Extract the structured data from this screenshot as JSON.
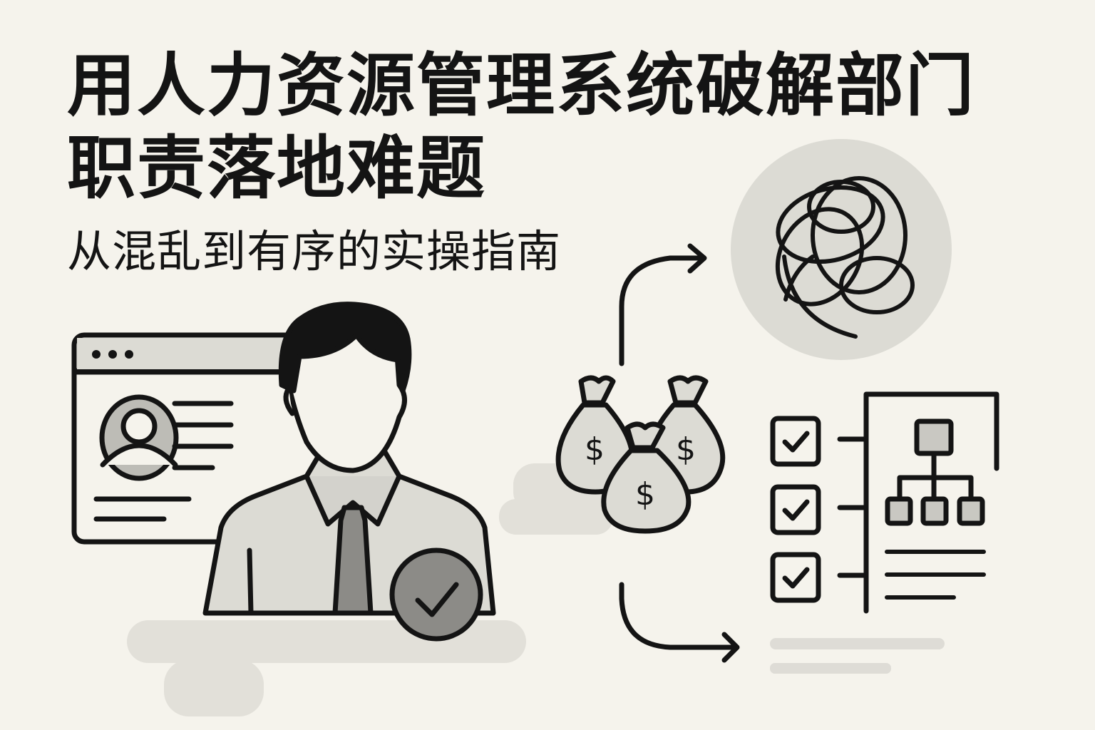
{
  "hero": {
    "title_line1": "用人力资源管理系统破解部门",
    "title_line2": "职责落地难题",
    "subtitle": "从混乱到有序的实操指南"
  },
  "illustration": {
    "left": [
      "browser-window-icon",
      "user-profile-icon",
      "businessman-avatar",
      "check-badge-icon"
    ],
    "middle": [
      "money-bags-icon",
      "curved-arrow-up-right",
      "curved-arrow-down-right"
    ],
    "right": [
      "tangled-scribble-icon",
      "checklist-icon",
      "org-chart-icon",
      "document-lines"
    ]
  },
  "colors": {
    "background": "#f5f3ec",
    "ink": "#141414",
    "light_gray": "#d9d8d2",
    "mid_gray": "#bdbcb6",
    "dark_gray": "#8c8b87"
  }
}
